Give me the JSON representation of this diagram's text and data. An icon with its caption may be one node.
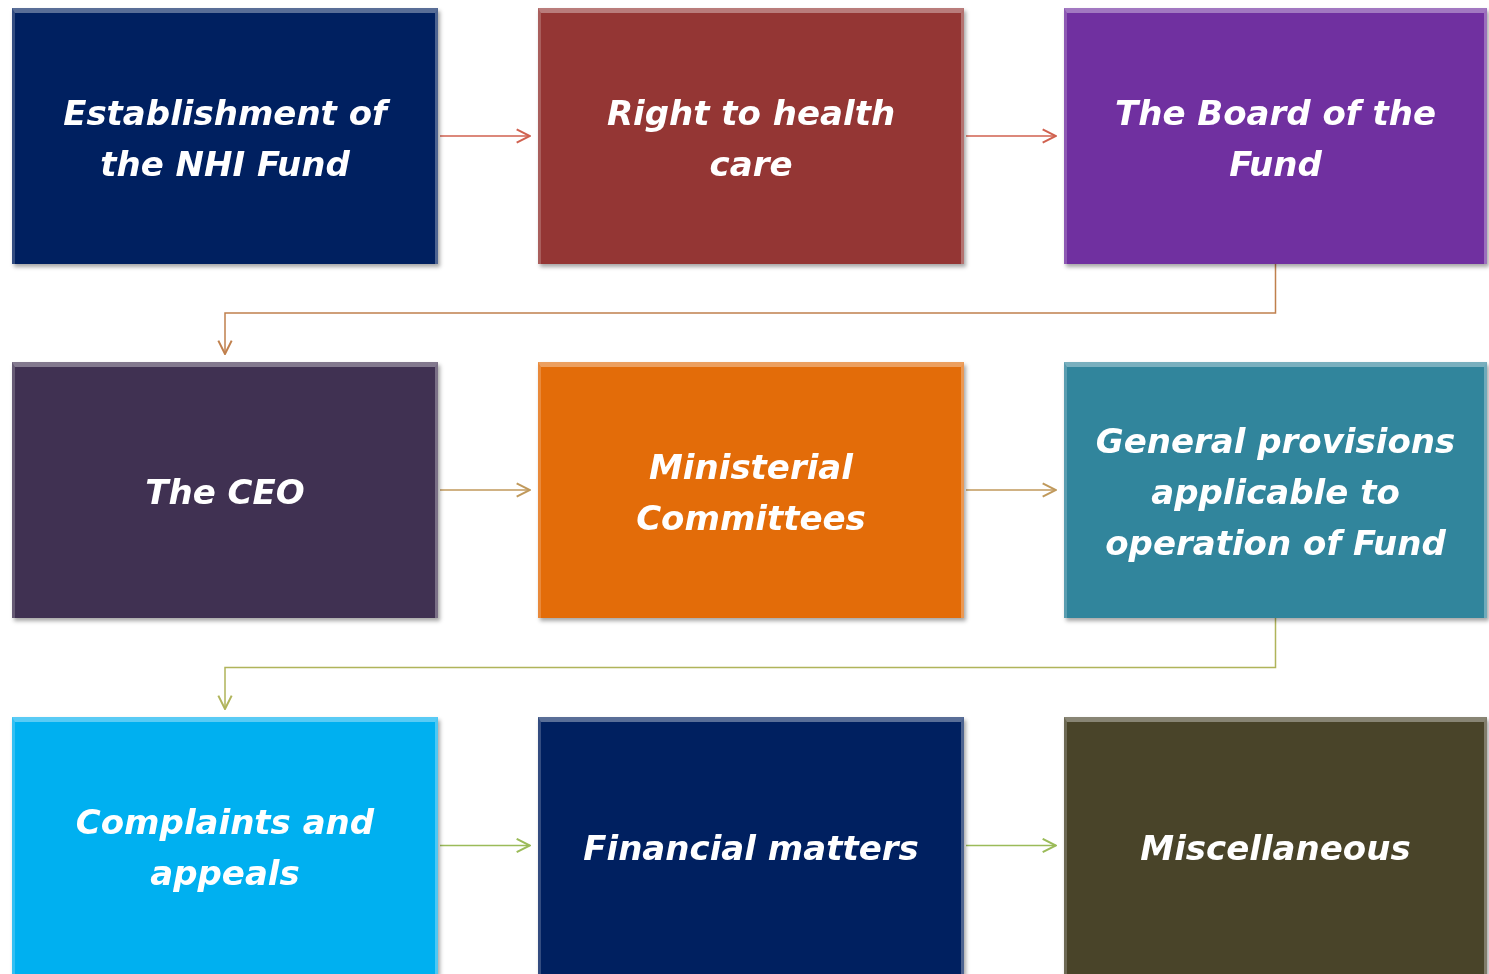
{
  "diagram": {
    "nodes": [
      {
        "text": [
          "Establishment of the NHI Fund"
        ]
      },
      {
        "text": [
          "Right to health care"
        ]
      },
      {
        "text": [
          "The Board of the Fund"
        ]
      },
      {
        "text": [
          "The CEO"
        ]
      },
      {
        "text": [
          "Ministerial Committees"
        ]
      },
      {
        "text": [
          "General provisions applicable to operation of Fund"
        ]
      },
      {
        "text": [
          "Complaints and appeals"
        ]
      },
      {
        "text": [
          "Financial matters"
        ]
      },
      {
        "text": [
          "Miscellaneous"
        ]
      }
    ],
    "edges": [
      {
        "from": 0,
        "to": 1,
        "arrow": "to",
        "color": "#d0614f"
      },
      {
        "from": 1,
        "to": 2,
        "arrow": "to",
        "color": "#d0614f"
      },
      {
        "from": 2,
        "to": 3,
        "arrow": "to",
        "color": "#c0804d"
      },
      {
        "from": 3,
        "to": 4,
        "arrow": "to",
        "color": "#c0995b"
      },
      {
        "from": 4,
        "to": 5,
        "arrow": "to",
        "color": "#c0995b"
      },
      {
        "from": 5,
        "to": 6,
        "arrow": "to",
        "color": "#b0b45a"
      },
      {
        "from": 6,
        "to": 7,
        "arrow": "to",
        "color": "#9bbb59"
      },
      {
        "from": 7,
        "to": 8,
        "arrow": "to",
        "color": "#9bbb59"
      }
    ]
  }
}
